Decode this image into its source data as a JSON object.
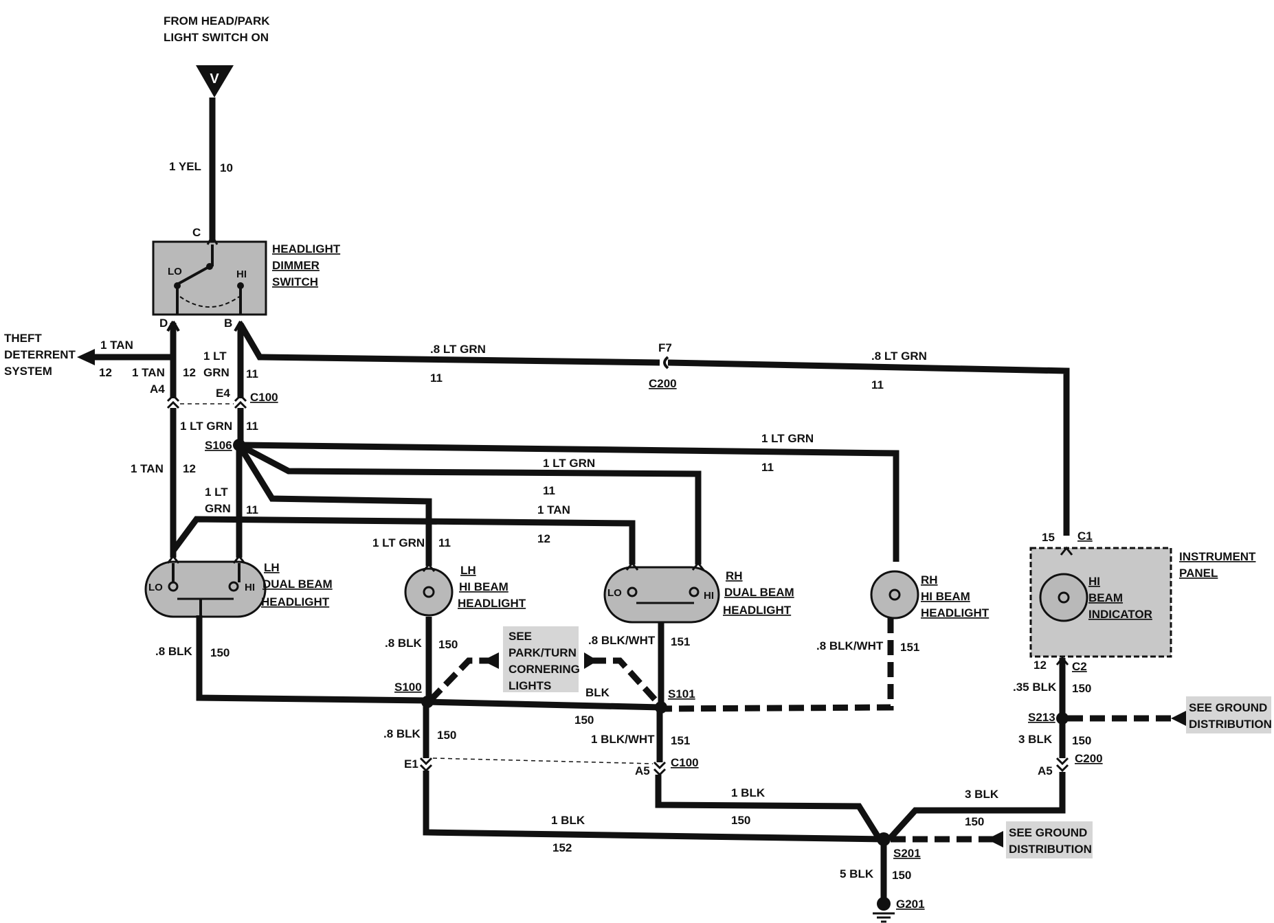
{
  "source": {
    "line1": "FROM HEAD/PARK",
    "line2": "LIGHT SWITCH ON",
    "connector": "V"
  },
  "wires": {
    "w10": {
      "color": "1 YEL",
      "circuit": "10"
    },
    "tan_top": {
      "color": "1 TAN",
      "circuit": "12"
    },
    "tan_a4": {
      "color": "1 TAN",
      "circuit": "12"
    },
    "ltgrn_b_1": "1 LT",
    "ltgrn_b_2": "GRN",
    "ltgrn_b_circ": "11",
    "ltgrn_f7_left": {
      "color": ".8 LT GRN",
      "circuit": "11"
    },
    "ltgrn_f7_right": {
      "color": ".8 LT GRN",
      "circuit": "11"
    },
    "ltgrn_s106": {
      "color": "1 LT GRN",
      "circuit": "11"
    },
    "tan_mid": {
      "color": "1 TAN",
      "circuit": "12"
    },
    "ltgrn_mid_1": "1 LT",
    "ltgrn_mid_2": "GRN",
    "ltgrn_mid_circ": "11",
    "ltgrn_right": {
      "color": "1 LT GRN",
      "circuit": "11"
    },
    "ltgrn_center": {
      "color": "1 LT GRN",
      "circuit": "11"
    },
    "tan_center": {
      "color": "1 TAN",
      "circuit": "12"
    },
    "ltgrn_lhhi": {
      "color": "1 LT GRN",
      "circuit": "11"
    },
    "blk_lhdual": {
      "color": ".8 BLK",
      "circuit": "150"
    },
    "blk_lhhi": {
      "color": ".8 BLK",
      "circuit": "150"
    },
    "blkwht_rhdual": {
      "color": ".8 BLK/WHT",
      "circuit": "151"
    },
    "blkwht_rhhi": {
      "color": ".8 BLK/WHT",
      "circuit": "151"
    },
    "blk_park": "BLK",
    "blk_s100_s101": "150",
    "blk_e1": {
      "color": ".8 BLK",
      "circuit": "150"
    },
    "blkwht_a5": {
      "color": "1 BLK/WHT",
      "circuit": "151"
    },
    "blk_a5_s201": {
      "color": "1 BLK",
      "circuit": "150"
    },
    "blk_e1_s201": {
      "color": "1 BLK",
      "circuit": "152"
    },
    "blk_ip_s201": {
      "color": "3 BLK",
      "circuit": "150"
    },
    "blk_c2": {
      "color": ".35 BLK",
      "circuit": "150"
    },
    "blk_s213": {
      "color": "3 BLK",
      "circuit": "150"
    },
    "blk_g201": {
      "color": "5 BLK",
      "circuit": "150"
    }
  },
  "components": {
    "dimmer": {
      "l1": "HEADLIGHT",
      "l2": "DIMMER",
      "l3": "SWITCH",
      "pin_top": "C",
      "pin_d": "D",
      "pin_b": "B",
      "lo": "LO",
      "hi": "HI"
    },
    "theft": {
      "l1": "THEFT",
      "l2": "DETERRENT",
      "l3": "SYSTEM"
    },
    "lh_dual": {
      "l1": "LH",
      "l2": "DUAL BEAM",
      "l3": "HEADLIGHT",
      "lo": "LO",
      "hi": "HI"
    },
    "lh_hi": {
      "l1": "LH",
      "l2": "HI BEAM",
      "l3": "HEADLIGHT"
    },
    "rh_dual": {
      "l1": "RH",
      "l2": "DUAL BEAM",
      "l3": "HEADLIGHT",
      "lo": "LO",
      "hi": "HI"
    },
    "rh_hi": {
      "l1": "RH",
      "l2": "HI BEAM",
      "l3": "HEADLIGHT"
    },
    "ip": {
      "l1": "INSTRUMENT",
      "l2": "PANEL",
      "ind1": "HI",
      "ind2": "BEAM",
      "ind3": "INDICATOR",
      "pin_top": "15",
      "pin_bot": "12"
    },
    "park": {
      "l1": "SEE",
      "l2": "PARK/TURN",
      "l3": "CORNERING",
      "l4": "LIGHTS"
    },
    "gnd1": {
      "l1": "SEE GROUND",
      "l2": "DISTRIBUTION"
    },
    "gnd2": {
      "l1": "SEE GROUND",
      "l2": "DISTRIBUTION"
    }
  },
  "connectors": {
    "a4": "A4",
    "e4": "E4",
    "c100_top": "C100",
    "f7": "F7",
    "c200_top": "C200",
    "c1": "C1",
    "c2": "C2",
    "e1": "E1",
    "a5_mid": "A5",
    "c100_bot": "C100",
    "a5_right": "A5",
    "c200_bot": "C200"
  },
  "splices": {
    "s106": "S106",
    "s100": "S100",
    "s101": "S101",
    "s213": "S213",
    "s201": "S201",
    "g201": "G201"
  }
}
